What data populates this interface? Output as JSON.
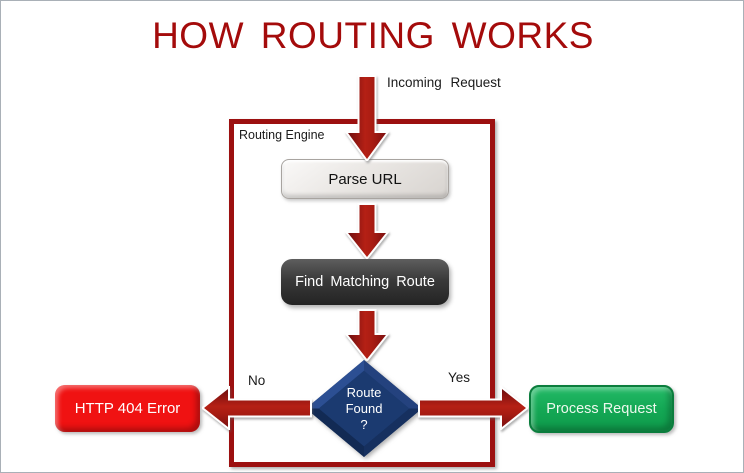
{
  "title": {
    "text": "HOW ROUTING WORKS",
    "color": "#a40b0b"
  },
  "flow": {
    "incoming_label": "Incoming Request",
    "engine_label": "Routing Engine",
    "no_label": "No",
    "yes_label": "Yes"
  },
  "nodes": {
    "parse_url": {
      "label": "Parse URL",
      "fill": "#e9e6e3",
      "text_color": "#111111"
    },
    "find_route": {
      "label": "Find Matching Route",
      "fill": "#3a3a3a",
      "text_color": "#ffffff"
    },
    "decision": {
      "lines": [
        "Route",
        "Found",
        "?"
      ],
      "fill": "#1b3a70",
      "text_color": "#ffffff"
    },
    "http_404": {
      "label": "HTTP 404 Error",
      "fill": "#f01212",
      "text_color": "#ffffff"
    },
    "process_request": {
      "label": "Process Request",
      "fill": "#14a855",
      "text_color": "#edf8ed"
    }
  },
  "colors": {
    "arrow_red": "#a81c12",
    "engine_border": "#9c1010",
    "page_border": "#a9b0b7"
  }
}
